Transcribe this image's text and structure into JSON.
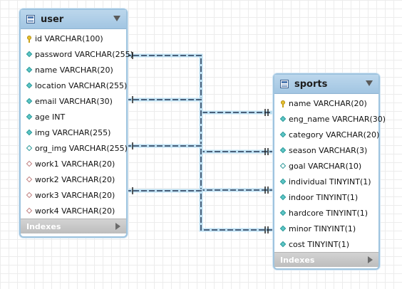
{
  "tables": {
    "user": {
      "name": "user",
      "indexes_label": "Indexes",
      "columns": [
        {
          "text": "id VARCHAR(100)",
          "icon": "pk"
        },
        {
          "text": "password VARCHAR(255)",
          "icon": "fd"
        },
        {
          "text": "name VARCHAR(20)",
          "icon": "fd"
        },
        {
          "text": "location VARCHAR(255)",
          "icon": "fd"
        },
        {
          "text": "email VARCHAR(30)",
          "icon": "fd"
        },
        {
          "text": "age INT",
          "icon": "fd"
        },
        {
          "text": "img VARCHAR(255)",
          "icon": "fd"
        },
        {
          "text": "org_img VARCHAR(255)",
          "icon": "nl"
        },
        {
          "text": "work1 VARCHAR(20)",
          "icon": "pkr"
        },
        {
          "text": "work2 VARCHAR(20)",
          "icon": "pkr"
        },
        {
          "text": "work3 VARCHAR(20)",
          "icon": "pkr"
        },
        {
          "text": "work4 VARCHAR(20)",
          "icon": "pkr"
        }
      ]
    },
    "sports": {
      "name": "sports",
      "indexes_label": "Indexes",
      "columns": [
        {
          "text": "name VARCHAR(20)",
          "icon": "pk"
        },
        {
          "text": "eng_name VARCHAR(30)",
          "icon": "fd"
        },
        {
          "text": "category VARCHAR(20)",
          "icon": "fd"
        },
        {
          "text": "season VARCHAR(3)",
          "icon": "fd"
        },
        {
          "text": "goal VARCHAR(10)",
          "icon": "nl"
        },
        {
          "text": "individual TINYINT(1)",
          "icon": "fd"
        },
        {
          "text": "indoor TINYINT(1)",
          "icon": "fd"
        },
        {
          "text": "hardcore TINYINT(1)",
          "icon": "fd"
        },
        {
          "text": "minor TINYINT(1)",
          "icon": "fd"
        },
        {
          "text": "cost TINYINT(1)",
          "icon": "fd"
        }
      ]
    }
  },
  "relationships": [
    {
      "from": "user.password",
      "to": "sports.name"
    },
    {
      "from": "user.email",
      "to": "sports.eng_name"
    },
    {
      "from": "user.org_img",
      "to": "sports.season"
    },
    {
      "from": "user.work3",
      "to": "sports.indoor"
    }
  ],
  "colors": {
    "header": "#a2c5e2",
    "wire": "#4a607a",
    "wire_glow": "#bfe1f3"
  }
}
